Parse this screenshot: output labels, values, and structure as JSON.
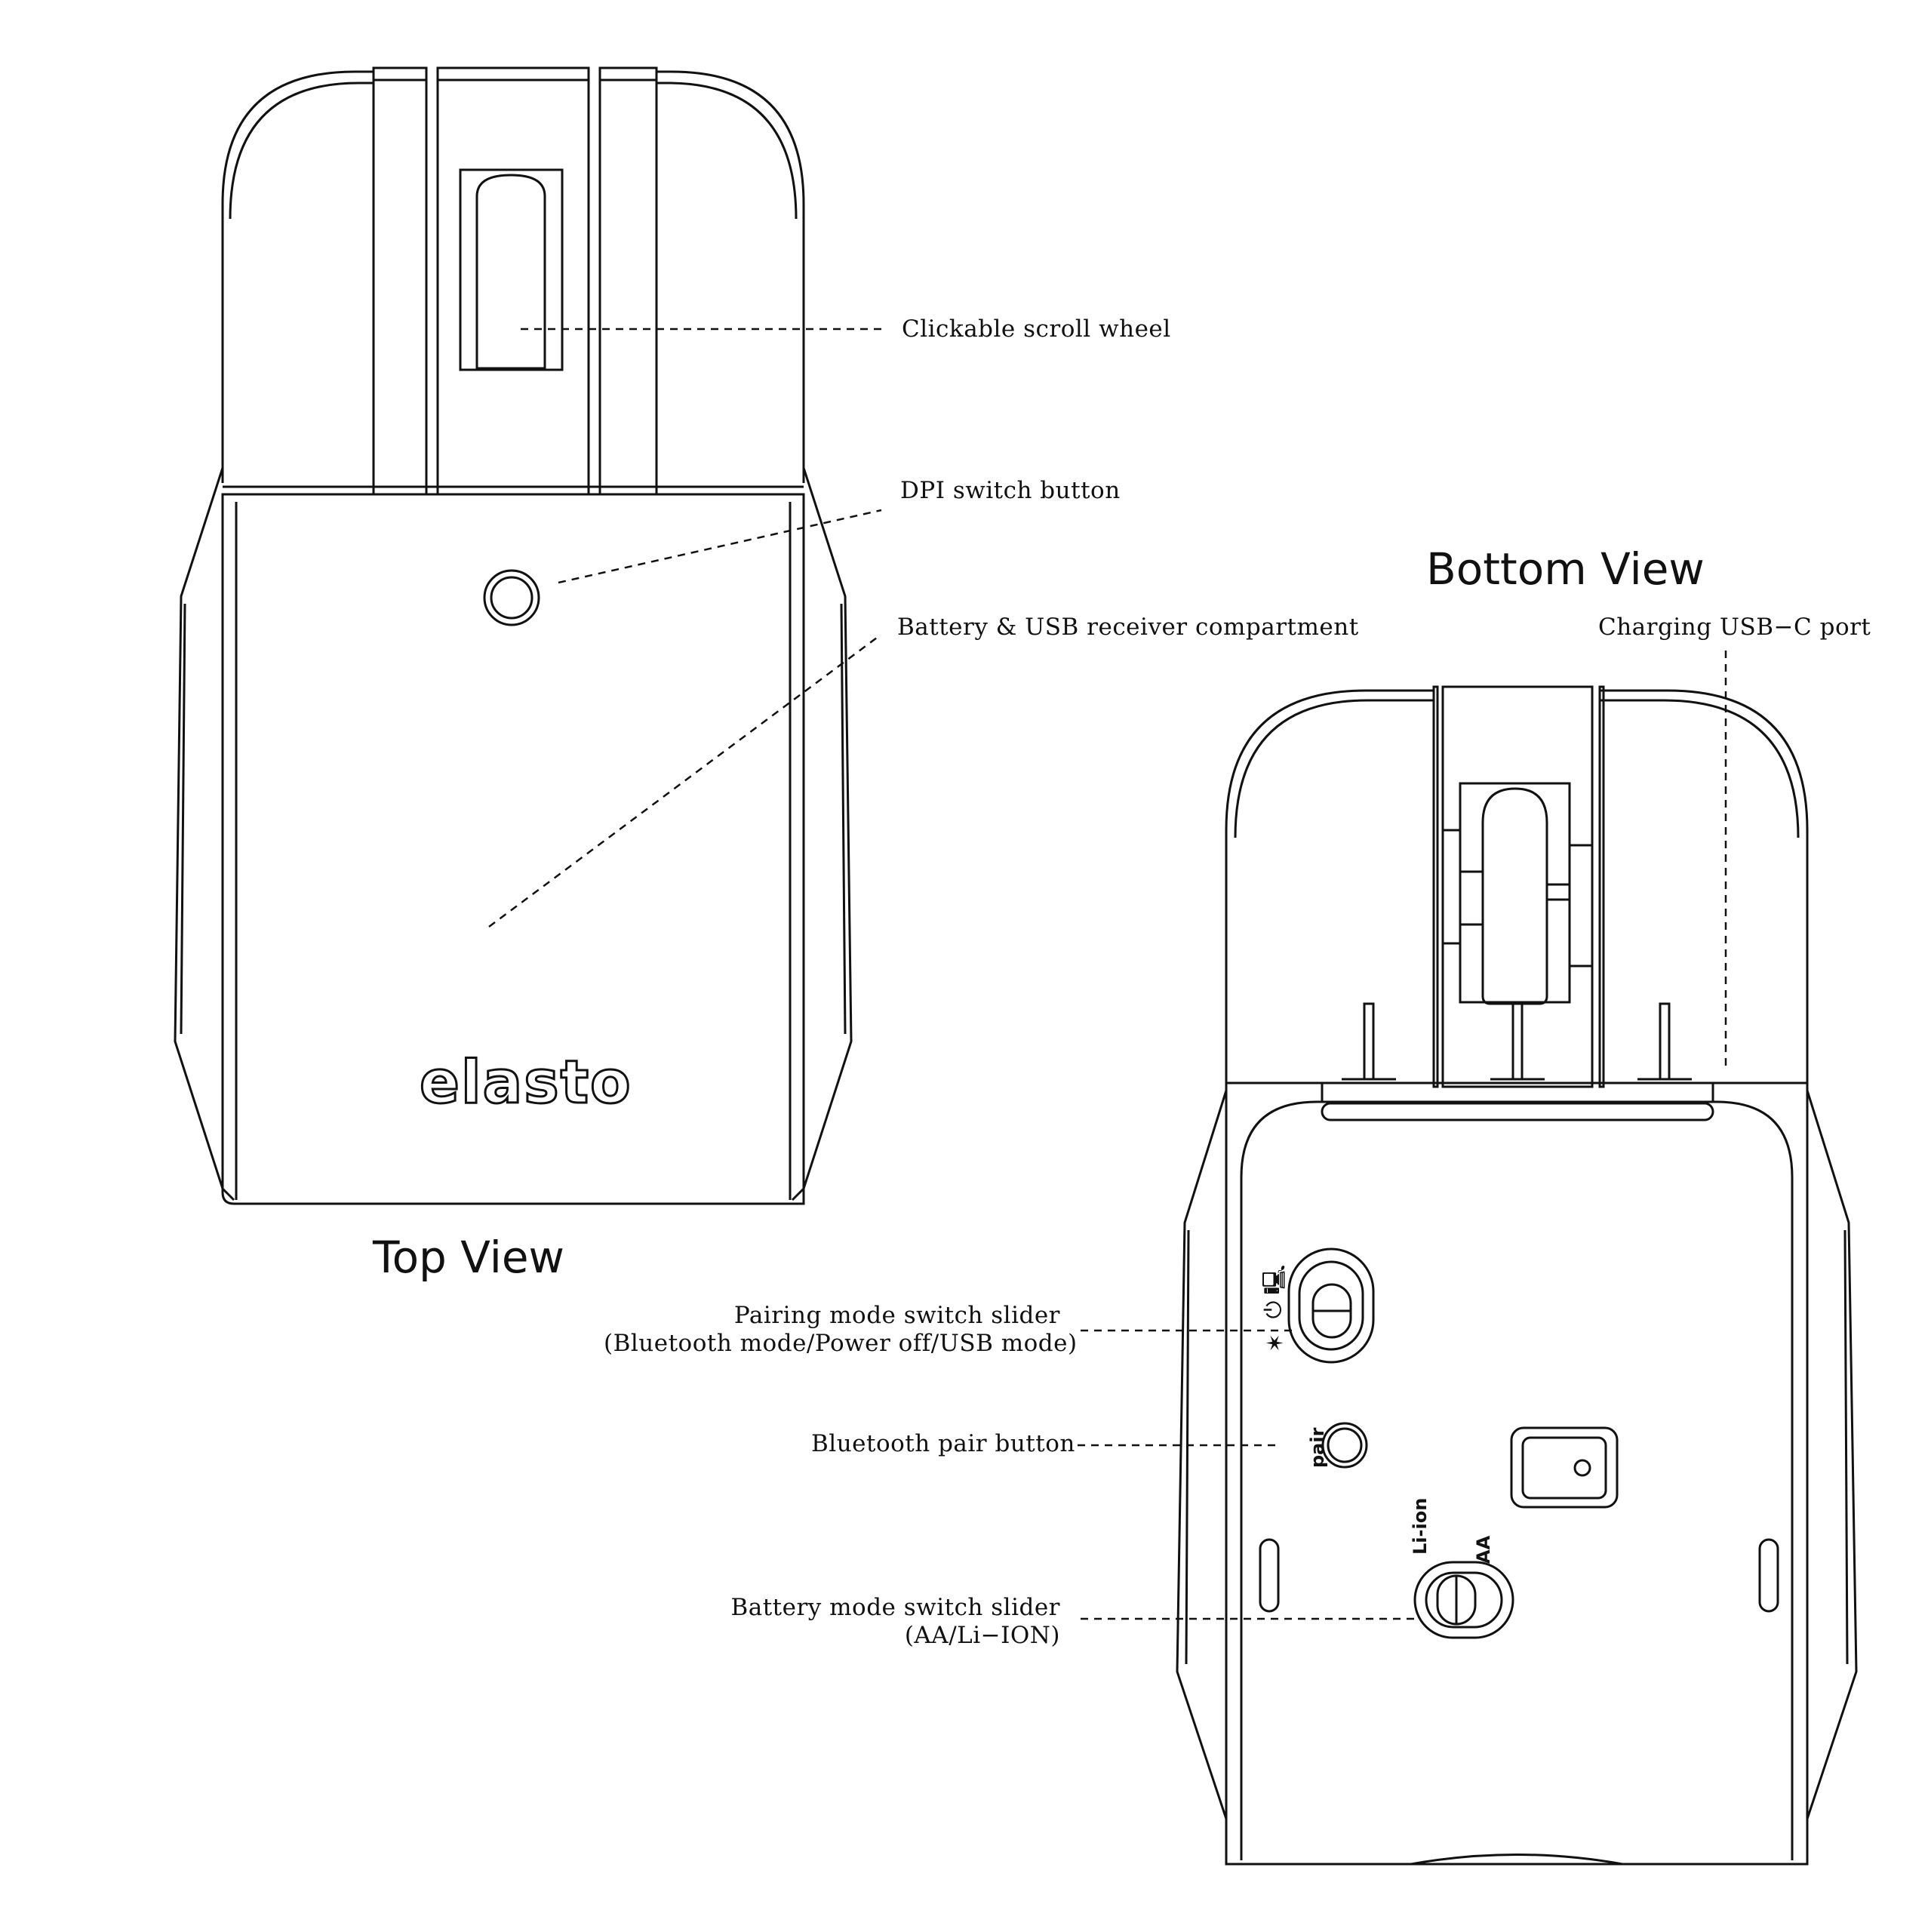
{
  "views": {
    "top_title": "Top View",
    "bottom_title": "Bottom View"
  },
  "brand": {
    "logo_text": "elasto"
  },
  "callouts": {
    "scroll_wheel": "Clickable scroll wheel",
    "dpi_button": "DPI switch button",
    "battery_compartment": "Battery & USB receiver compartment",
    "usb_c_port": "Charging USB−C port",
    "pairing_mode_line1": "Pairing mode switch slider",
    "pairing_mode_line2": "(Bluetooth mode/Power off/USB mode)",
    "pair_button": "Bluetooth pair button",
    "battery_mode_line1": "Battery mode switch slider",
    "battery_mode_line2": "(AA/Li−ION)"
  },
  "device_markings": {
    "pair": "pair",
    "li_ion": "Li-ion",
    "aa": "AA"
  },
  "icons": {
    "usb": "usb-icon",
    "power": "power-icon",
    "bluetooth": "bluetooth-icon"
  }
}
